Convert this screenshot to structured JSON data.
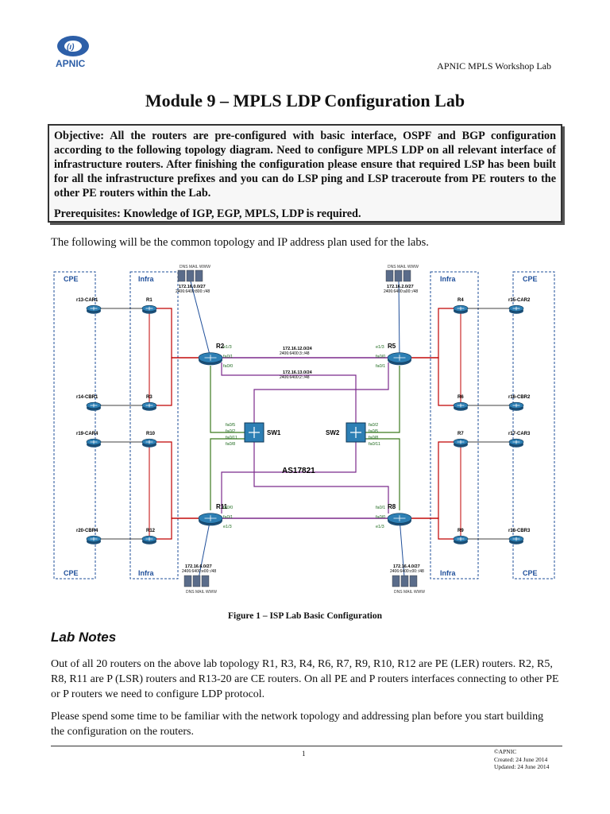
{
  "header": {
    "logo_text": "APNIC",
    "right_text": "APNIC MPLS Workshop Lab"
  },
  "title": "Module 9 – MPLS LDP Configuration Lab",
  "objective": {
    "paragraph": "Objective: All the routers are pre-configured with basic interface, OSPF and BGP configuration according to the following topology diagram. Need to configure MPLS LDP on all relevant interface of infrastructure routers. After finishing the configuration please ensure that required LSP has been built for all the infrastructure prefixes and you can do LSP ping and LSP traceroute from PE routers to the other PE routers within the Lab.",
    "prerequisites": "Prerequisites: Knowledge of IGP, EGP, MPLS, LDP is required."
  },
  "intro": "The following will be the common topology and IP address plan used for the labs.",
  "diagram": {
    "zones": {
      "cpe": "CPE",
      "infra": "Infra"
    },
    "as_label": "AS17821",
    "servers": [
      {
        "label": "DNS MAIL WWW",
        "net4": "172.16.0.0/27",
        "net6": "2406:6400:800::/48"
      },
      {
        "label": "DNS MAIL WWW",
        "net4": "172.16.2.0/27",
        "net6": "2406:6400:a00::/48"
      },
      {
        "label": "DNS MAIL WWW",
        "net4": "172.16.6.0/27",
        "net6": "2406:6400:e00::/48"
      },
      {
        "label": "DNS MAIL WWW",
        "net4": "172.16.4.0/27",
        "net6": "2406:6400:c00::/48"
      }
    ],
    "p_routers": [
      {
        "name": "R2",
        "ifs": [
          "e1/3",
          "fa0/1",
          "fa0/0"
        ]
      },
      {
        "name": "R5",
        "ifs": [
          "e1/3",
          "fa0/0",
          "fa0/1"
        ]
      },
      {
        "name": "R11",
        "ifs": [
          "fa0/0",
          "fa0/1",
          "e1/3"
        ]
      },
      {
        "name": "R8",
        "ifs": [
          "fa0/1",
          "fa0/0",
          "e1/3"
        ]
      }
    ],
    "pe_routers": [
      "R1",
      "R3",
      "R10",
      "R12",
      "R4",
      "R6",
      "R7",
      "R9"
    ],
    "ce_routers": [
      "r13-CAR1",
      "r14-CBR1",
      "r19-CAR4",
      "r20-CBR4",
      "r15-CAR2",
      "r16-CBR2",
      "r17-CAR3",
      "r18-CBR3"
    ],
    "switches": [
      {
        "name": "SW1",
        "ports": [
          "fa0/5",
          "fa0/2",
          "fa0/11",
          "fa0/8"
        ]
      },
      {
        "name": "SW2",
        "ports": [
          "fa0/2",
          "fa0/5",
          "fa0/8",
          "fa0/11"
        ]
      }
    ],
    "core_links": [
      {
        "net4": "172.16.12.0/24",
        "net6": "2406:6400:3::/48"
      },
      {
        "net4": "172.16.13.0/24",
        "net6": "2406:6400:2::/48"
      }
    ]
  },
  "caption": "Figure 1 – ISP Lab Basic Configuration",
  "lab_notes": {
    "heading": "Lab Notes",
    "para1": "Out of all 20 routers on the above lab topology R1, R3, R4, R6, R7, R9, R10, R12 are PE (LER) routers. R2, R5, R8, R11 are P (LSR) routers and R13-20 are CE routers. On all PE and P routers interfaces connecting to other PE or P routers we need to configure LDP protocol.",
    "para2": "Please spend some time to be familiar with the network topology and addressing plan before you start building the configuration on the routers."
  },
  "footer": {
    "page": "1",
    "copyright": "©APNIC",
    "created": "Created: 24 June 2014",
    "updated": "Updated: 24 June 2014"
  },
  "colors": {
    "p_link": "#c00000",
    "pe_link": "#c00000",
    "ce_link": "#000000",
    "core_link": "#7b2a8c",
    "switch_link": "#3c7a1e",
    "router_fill": "#2d7fb4",
    "server_fill": "#5a6c8a"
  }
}
